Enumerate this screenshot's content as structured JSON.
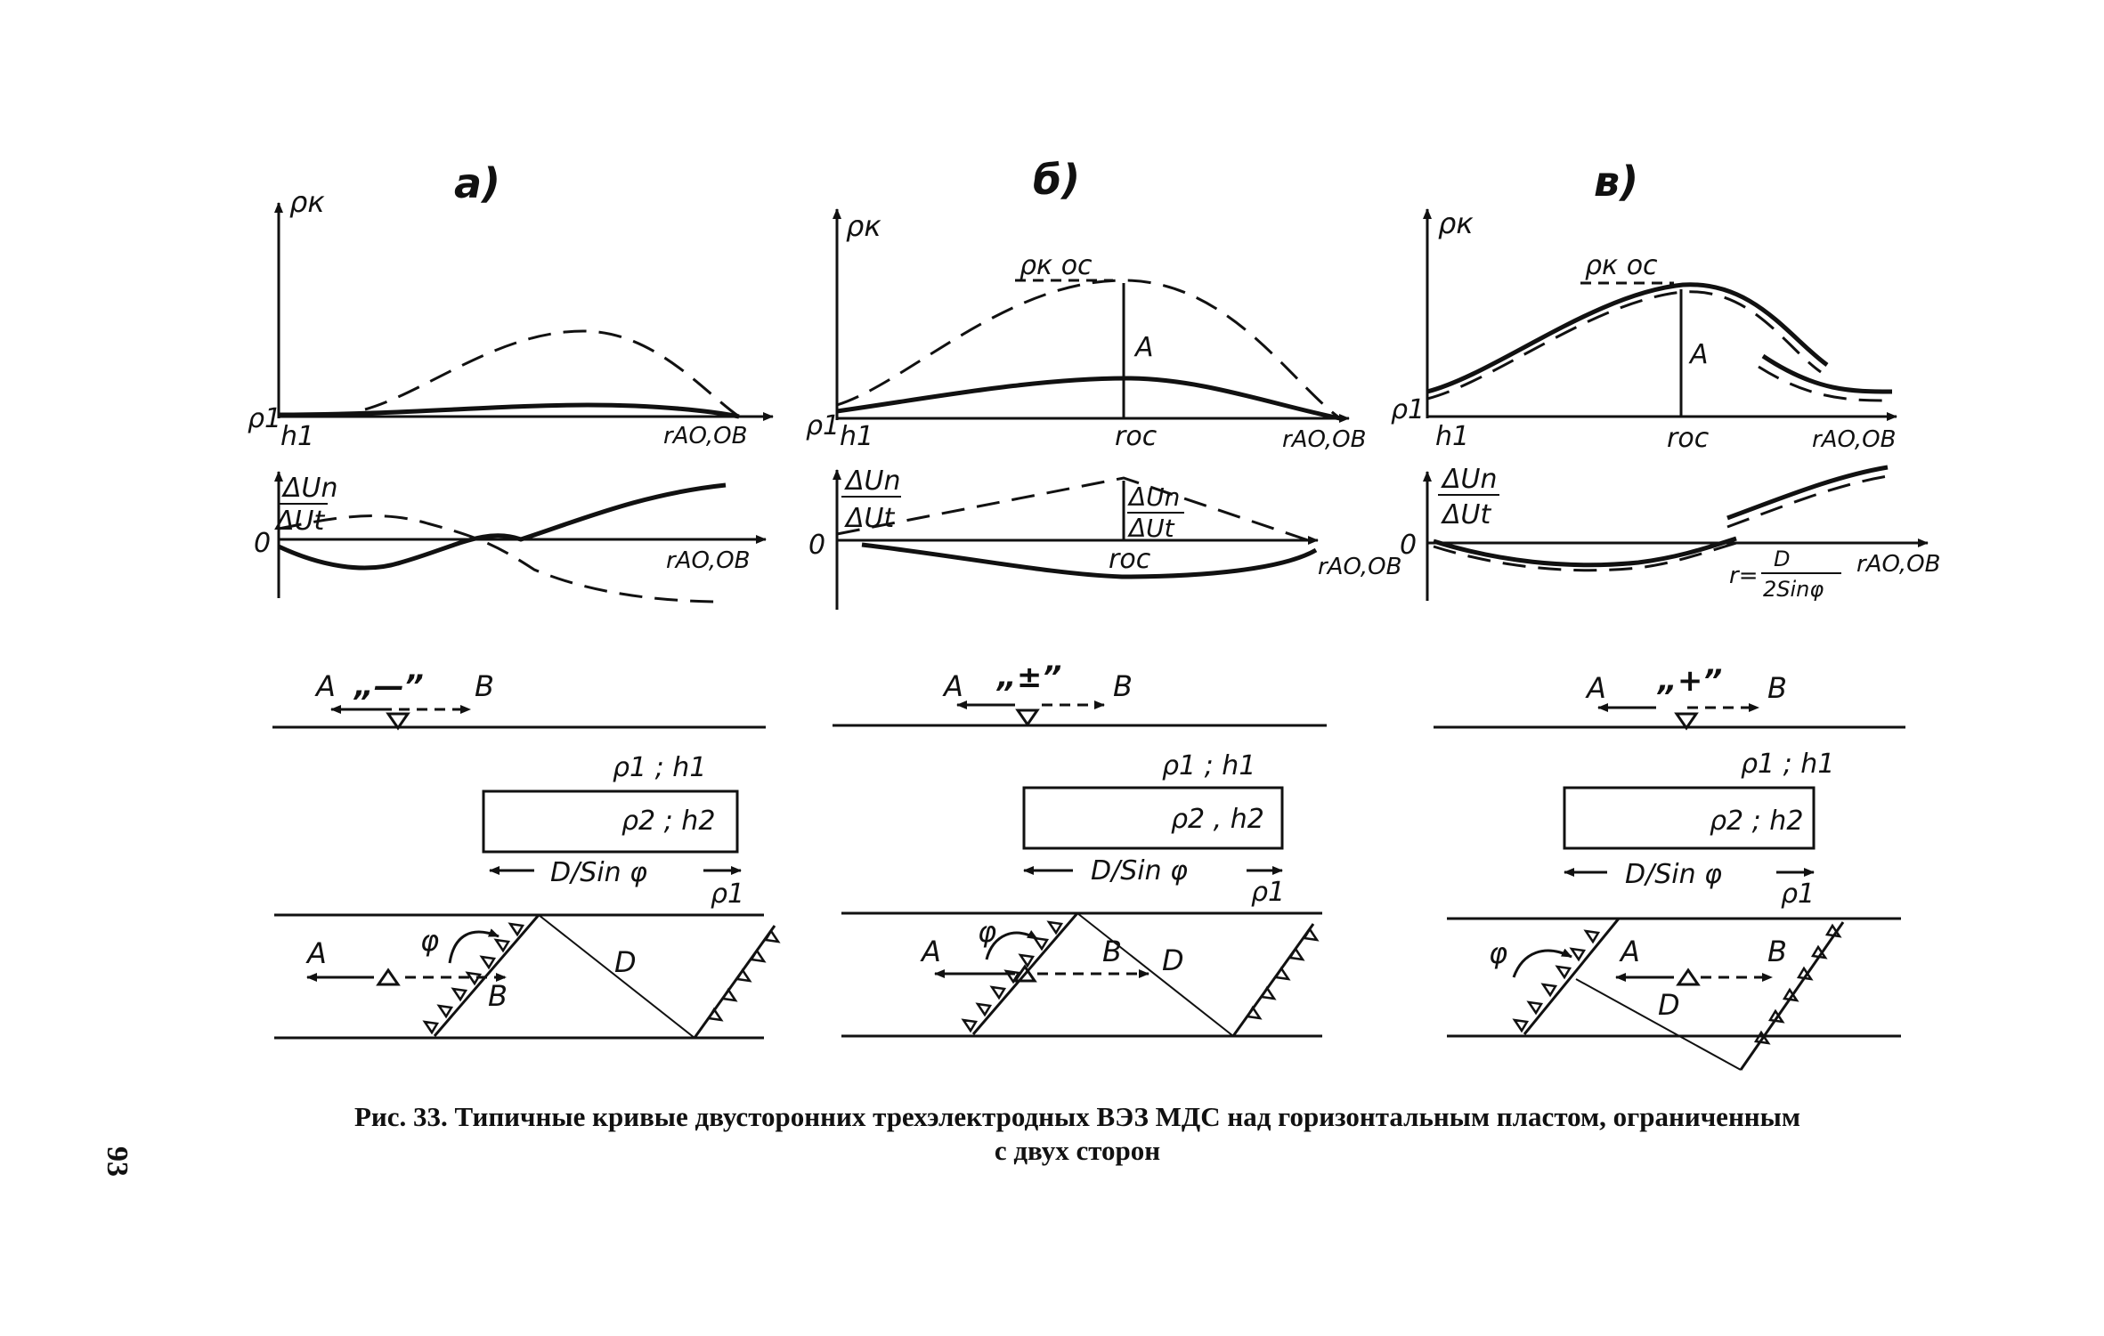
{
  "panels": [
    {
      "id": "a",
      "title": "а)",
      "chart": {
        "y_axis": "ρк",
        "y_origin": "ρ1",
        "x_origin": "h1",
        "x_axis": "rAO,OB"
      },
      "diff": {
        "y_axis_top": "ΔUn",
        "y_axis_bottom": "ΔUt",
        "zero": "0",
        "x_axis": "rAO,OB"
      },
      "survey": {
        "a": "A",
        "b": "B",
        "sign": "„—”"
      },
      "layers": {
        "top": "ρ1 ; h1",
        "body": "ρ2 ; h2",
        "width": "D/Sin φ",
        "bottom": "ρ1"
      },
      "section": {
        "a": "A",
        "b": "B",
        "angle": "φ",
        "d": "D"
      }
    },
    {
      "id": "b",
      "title": "б)",
      "chart": {
        "y_axis": "ρк",
        "peak": "ρк ос",
        "amplitude": "A",
        "y_origin": "ρ1",
        "x_origin": "h1",
        "x_mid": "rос",
        "x_axis": "rAO,OB"
      },
      "diff": {
        "y_axis_top": "ΔUn",
        "y_axis_bottom": "ΔUt",
        "peak_top": "ΔUn",
        "peak_bottom": "ΔUt",
        "zero": "0",
        "x_mid": "rос",
        "x_axis": "rAO,OB"
      },
      "survey": {
        "a": "A",
        "b": "B",
        "sign": "„±”"
      },
      "layers": {
        "top": "ρ1 ; h1",
        "body": "ρ2 , h2",
        "width": "D/Sin φ",
        "bottom": "ρ1"
      },
      "section": {
        "a": "A",
        "b": "B",
        "angle": "φ",
        "d": "D"
      }
    },
    {
      "id": "c",
      "title": "в)",
      "chart": {
        "y_axis": "ρк",
        "peak": "ρк ос",
        "amplitude": "A",
        "y_origin": "ρ1",
        "x_origin": "h1",
        "x_mid": "rос",
        "x_axis": "rAO,OB"
      },
      "diff": {
        "y_axis_top": "ΔUn",
        "y_axis_bottom": "ΔUt",
        "zero": "0",
        "x_mid_prefix": "r=",
        "x_mid_num": "D",
        "x_mid_den": "2Sinφ",
        "x_axis": "rAO,OB"
      },
      "survey": {
        "a": "A",
        "b": "B",
        "sign": "„+”"
      },
      "layers": {
        "top": "ρ1 ; h1",
        "body": "ρ2 ; h2",
        "width": "D/Sin φ",
        "bottom": "ρ1"
      },
      "section": {
        "a": "A",
        "b": "B",
        "angle": "φ",
        "d": "D"
      }
    }
  ],
  "caption": {
    "line1": "Рис. 33. Типичные кривые двусторонних трехэлектродных ВЭЗ МДС над горизонтальным пластом, ограниченным",
    "line2": "с двух сторон"
  },
  "page_number": "93"
}
